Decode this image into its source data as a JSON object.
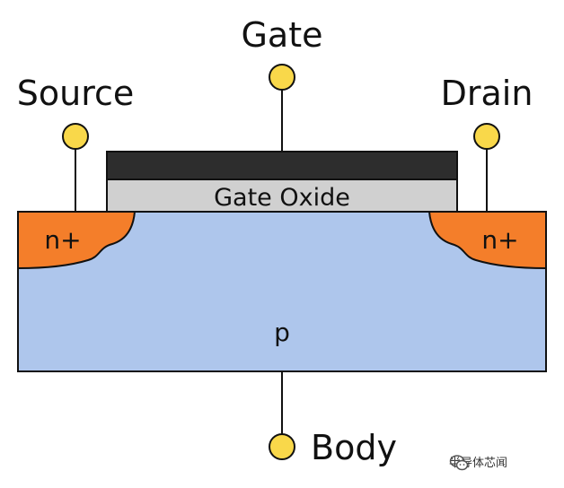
{
  "labels": {
    "gate": "Gate",
    "source": "Source",
    "drain": "Drain",
    "body": "Body",
    "gate_oxide": "Gate Oxide",
    "n_plus_left": "n+",
    "n_plus_right": "n+",
    "p_region": "p"
  },
  "watermark": {
    "text": "半导体芯闻"
  },
  "colors": {
    "substrate": "#aec6ec",
    "n_plus": "#f47e2a",
    "gate_metal": "#2d2d2d",
    "gate_oxide": "#d0d0d0",
    "terminal": "#f9d84a",
    "outline": "#111111"
  }
}
